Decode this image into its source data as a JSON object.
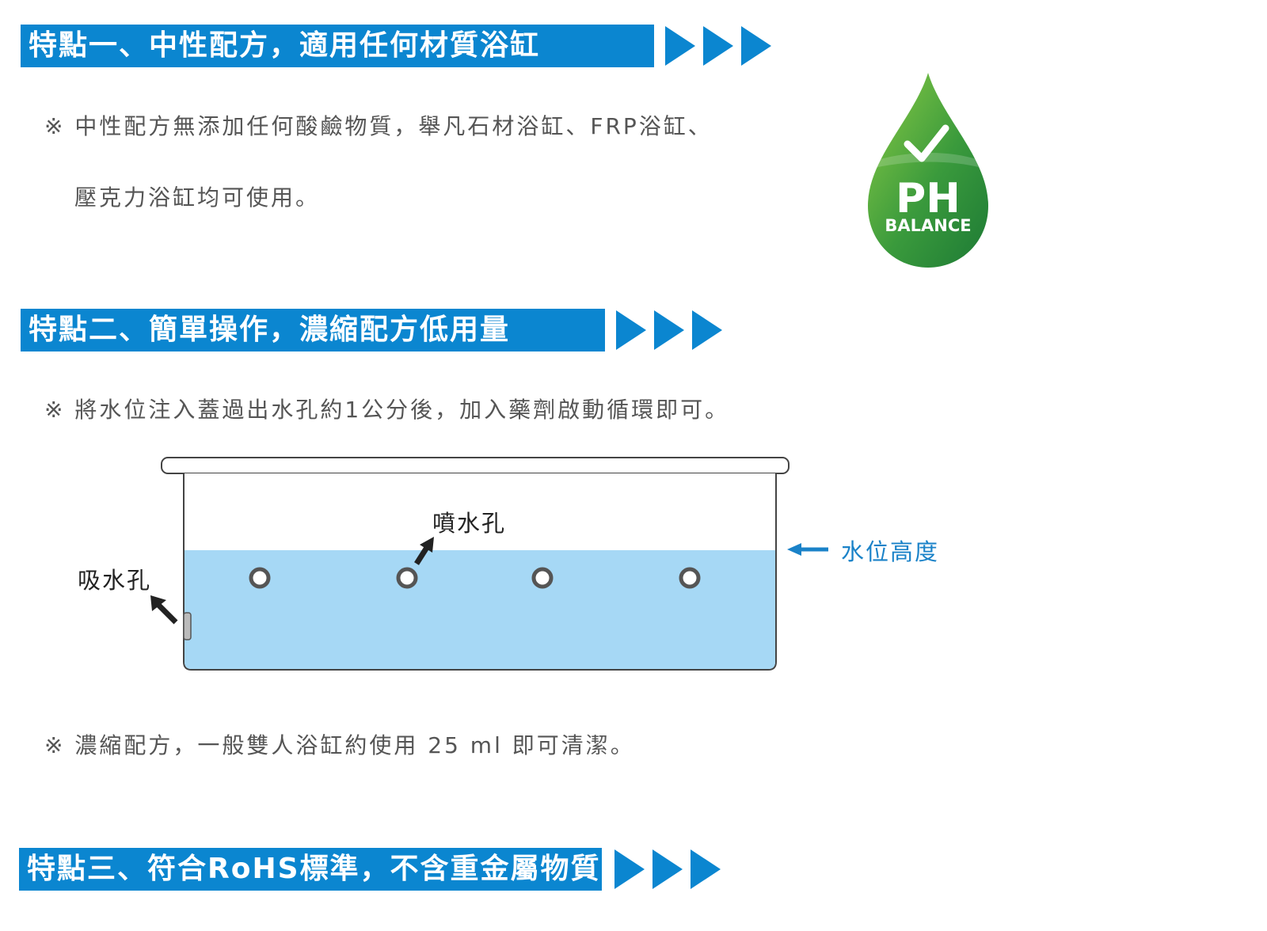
{
  "section1": {
    "title": "特點一、中性配方，適用任何材質浴缸",
    "note_line1": "※ 中性配方無添加任何酸鹼物質，舉凡石材浴缸、FRP浴缸、",
    "note_line2": "壓克力浴缸均可使用。"
  },
  "badge": {
    "label_top": "PH",
    "label_bottom": "BALANCE",
    "icon": "check-icon",
    "color_dark": "#2e8b3e",
    "color_light": "#7cc242"
  },
  "section2": {
    "title": "特點二、簡單操作，濃縮配方低用量",
    "note_top": "※ 將水位注入蓋過出水孔約1公分後，加入藥劑啟動循環即可。",
    "note_bottom": "※ 濃縮配方，一般雙人浴缸約使用 25 ml 即可清潔。"
  },
  "diagram": {
    "label_jet": "噴水孔",
    "label_suction": "吸水孔",
    "label_water_level": "水位高度",
    "water_color": "#a6d8f5"
  },
  "section3": {
    "title": "特點三、符合RoHS標準，不含重金屬物質"
  },
  "colors": {
    "banner": "#0b86d0",
    "text": "#555555",
    "accent": "#1a82c8"
  }
}
